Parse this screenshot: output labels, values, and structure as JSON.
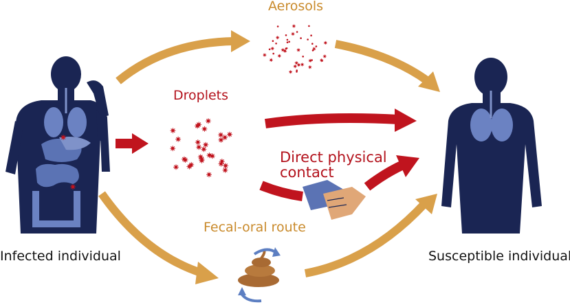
{
  "labels": {
    "aerosols": "Aerosols",
    "droplets": "Droplets",
    "direct_contact_line1": "Direct physical",
    "direct_contact_line2": "contact",
    "fecal_oral": "Fecal-oral route",
    "infected": "Infected individual",
    "susceptible": "Susceptible individual"
  },
  "colors": {
    "body": "#1a2553",
    "organ": "#5b73b4",
    "organ_light": "#7f92c9",
    "orange_arrow": "#d9a04a",
    "red_arrow": "#c0141e",
    "virus": "#c0141e",
    "poop": "#a86a33",
    "cycle_arrow": "#5d7fc2"
  },
  "icons": {
    "infected_person": "human-silhouette-icon",
    "susceptible_person": "human-silhouette-icon",
    "aerosol_cloud": "virus-particles-icon",
    "droplet_cloud": "virus-particles-icon",
    "handshake": "handshake-icon",
    "feces": "feces-icon"
  }
}
